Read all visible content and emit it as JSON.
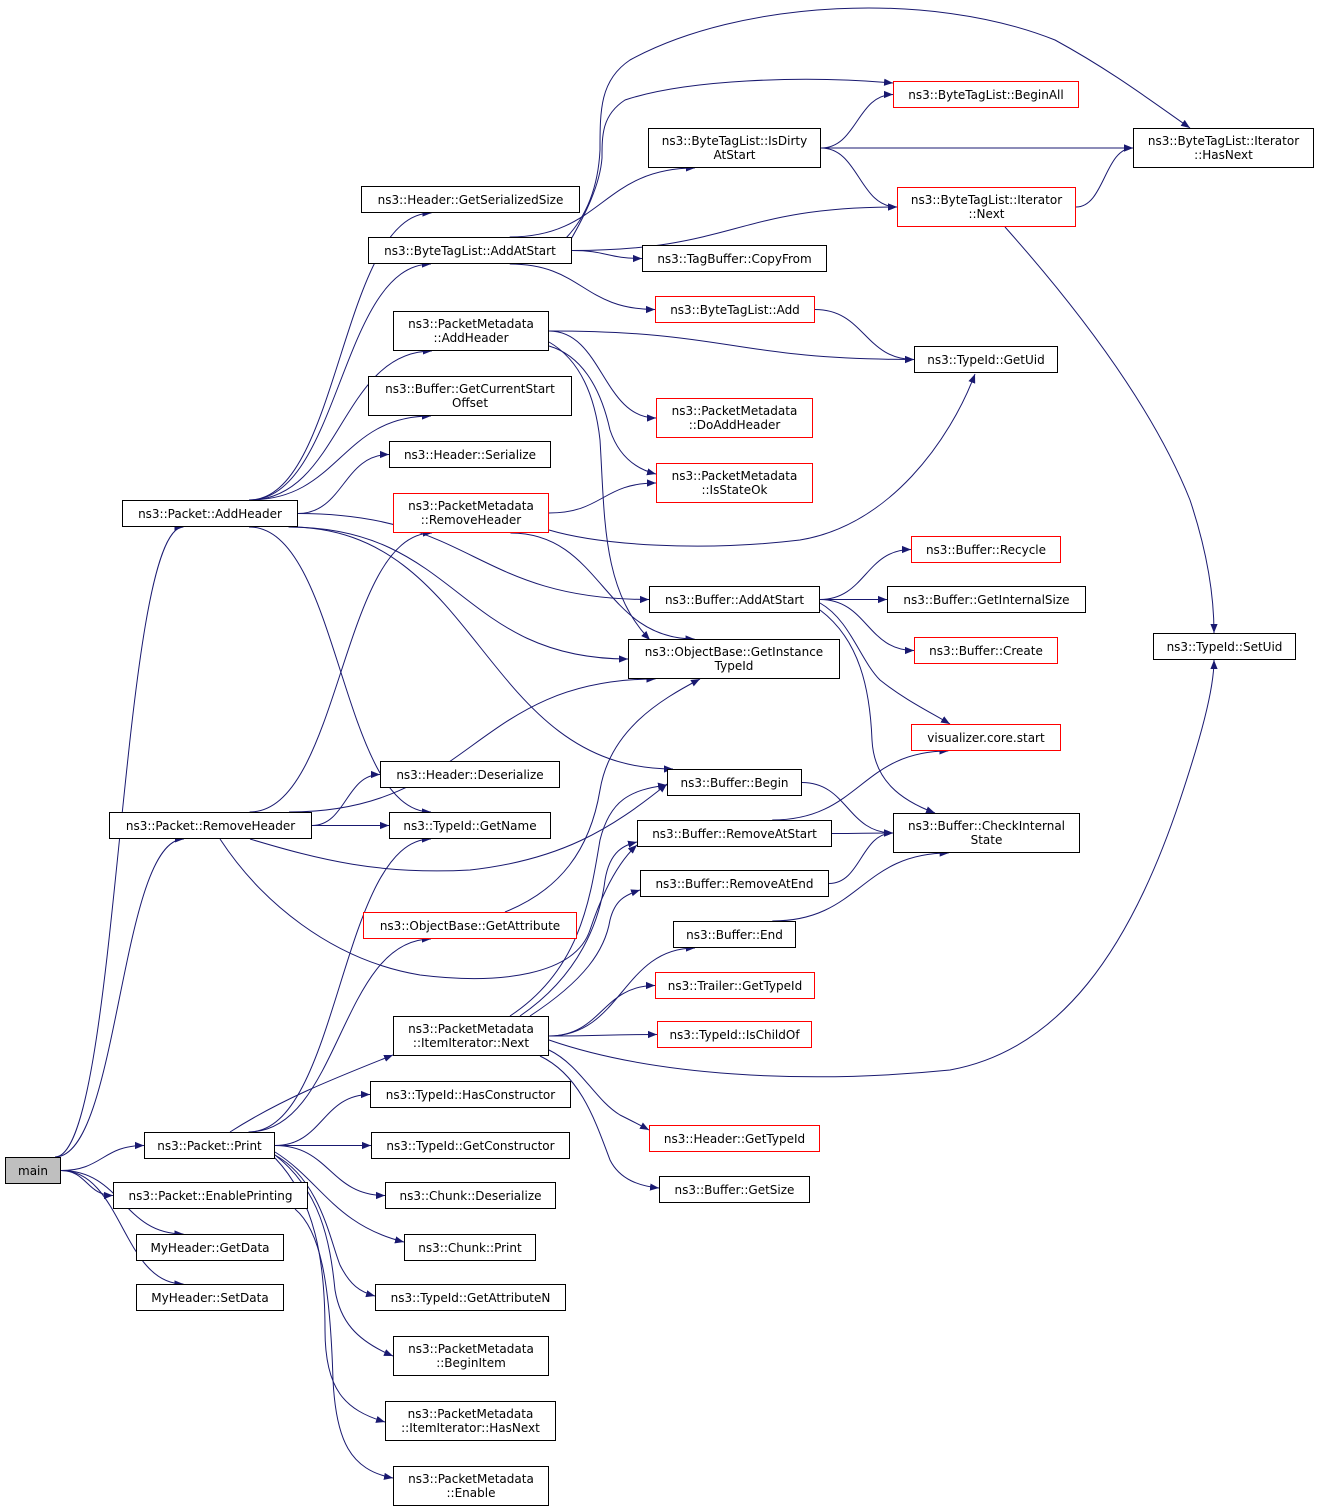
{
  "graph": {
    "colors": {
      "edge": "#191970",
      "normal_border": "#000000",
      "truncated_border": "#ff0000",
      "root_fill": "#bfbfbf"
    },
    "nodes": [
      {
        "id": "main",
        "lines": [
          "main"
        ],
        "style": "root"
      },
      {
        "id": "p_addheader",
        "lines": [
          "ns3::Packet::AddHeader"
        ]
      },
      {
        "id": "p_removeheader",
        "lines": [
          "ns3::Packet::RemoveHeader"
        ]
      },
      {
        "id": "p_print",
        "lines": [
          "ns3::Packet::Print"
        ]
      },
      {
        "id": "p_enableprinting",
        "lines": [
          "ns3::Packet::EnablePrinting"
        ]
      },
      {
        "id": "myh_getdata",
        "lines": [
          "MyHeader::GetData"
        ]
      },
      {
        "id": "myh_setdata",
        "lines": [
          "MyHeader::SetData"
        ]
      },
      {
        "id": "h_getser",
        "lines": [
          "ns3::Header::GetSerializedSize"
        ]
      },
      {
        "id": "btl_addatstart",
        "lines": [
          "ns3::ByteTagList::AddAtStart"
        ]
      },
      {
        "id": "pm_addheader",
        "lines": [
          "ns3::PacketMetadata",
          "::AddHeader"
        ]
      },
      {
        "id": "buf_getcurstart",
        "lines": [
          "ns3::Buffer::GetCurrentStart",
          "Offset"
        ]
      },
      {
        "id": "h_serialize",
        "lines": [
          "ns3::Header::Serialize"
        ]
      },
      {
        "id": "pm_removeheader",
        "lines": [
          "ns3::PacketMetadata",
          "::RemoveHeader"
        ],
        "style": "red"
      },
      {
        "id": "h_deserialize",
        "lines": [
          "ns3::Header::Deserialize"
        ]
      },
      {
        "id": "tid_getname",
        "lines": [
          "ns3::TypeId::GetName"
        ]
      },
      {
        "id": "ob_getattr",
        "lines": [
          "ns3::ObjectBase::GetAttribute"
        ],
        "style": "red"
      },
      {
        "id": "pm_itnext",
        "lines": [
          "ns3::PacketMetadata",
          "::ItemIterator::Next"
        ]
      },
      {
        "id": "tid_hasctor",
        "lines": [
          "ns3::TypeId::HasConstructor"
        ]
      },
      {
        "id": "tid_getctor",
        "lines": [
          "ns3::TypeId::GetConstructor"
        ]
      },
      {
        "id": "chunk_deser",
        "lines": [
          "ns3::Chunk::Deserialize"
        ]
      },
      {
        "id": "chunk_print",
        "lines": [
          "ns3::Chunk::Print"
        ]
      },
      {
        "id": "tid_getattrn",
        "lines": [
          "ns3::TypeId::GetAttributeN"
        ]
      },
      {
        "id": "pm_beginitem",
        "lines": [
          "ns3::PacketMetadata",
          "::BeginItem"
        ]
      },
      {
        "id": "pm_ithasnext",
        "lines": [
          "ns3::PacketMetadata",
          "::ItemIterator::HasNext"
        ]
      },
      {
        "id": "pm_enable",
        "lines": [
          "ns3::PacketMetadata",
          "::Enable"
        ]
      },
      {
        "id": "btl_isdirty",
        "lines": [
          "ns3::ByteTagList::IsDirty",
          "AtStart"
        ]
      },
      {
        "id": "tb_copyfrom",
        "lines": [
          "ns3::TagBuffer::CopyFrom"
        ]
      },
      {
        "id": "btl_add",
        "lines": [
          "ns3::ByteTagList::Add"
        ],
        "style": "red"
      },
      {
        "id": "pm_doaddheader",
        "lines": [
          "ns3::PacketMetadata",
          "::DoAddHeader"
        ],
        "style": "red"
      },
      {
        "id": "pm_isstateok",
        "lines": [
          "ns3::PacketMetadata",
          "::IsStateOk"
        ],
        "style": "red"
      },
      {
        "id": "buf_addatstart",
        "lines": [
          "ns3::Buffer::AddAtStart"
        ]
      },
      {
        "id": "ob_getinsttid",
        "lines": [
          "ns3::ObjectBase::GetInstance",
          "TypeId"
        ]
      },
      {
        "id": "buf_begin",
        "lines": [
          "ns3::Buffer::Begin"
        ]
      },
      {
        "id": "buf_removeatstart",
        "lines": [
          "ns3::Buffer::RemoveAtStart"
        ]
      },
      {
        "id": "buf_removeatend",
        "lines": [
          "ns3::Buffer::RemoveAtEnd"
        ]
      },
      {
        "id": "buf_end",
        "lines": [
          "ns3::Buffer::End"
        ]
      },
      {
        "id": "trailer_gettid",
        "lines": [
          "ns3::Trailer::GetTypeId"
        ],
        "style": "red"
      },
      {
        "id": "tid_ischildof",
        "lines": [
          "ns3::TypeId::IsChildOf"
        ],
        "style": "red"
      },
      {
        "id": "header_gettid",
        "lines": [
          "ns3::Header::GetTypeId"
        ],
        "style": "red"
      },
      {
        "id": "buf_getsize",
        "lines": [
          "ns3::Buffer::GetSize"
        ]
      },
      {
        "id": "btl_beginall",
        "lines": [
          "ns3::ByteTagList::BeginAll"
        ],
        "style": "red"
      },
      {
        "id": "btl_itnext",
        "lines": [
          "ns3::ByteTagList::Iterator",
          "::Next"
        ],
        "style": "red"
      },
      {
        "id": "tid_getuid",
        "lines": [
          "ns3::TypeId::GetUid"
        ]
      },
      {
        "id": "buf_recycle",
        "lines": [
          "ns3::Buffer::Recycle"
        ],
        "style": "red"
      },
      {
        "id": "buf_getintsize",
        "lines": [
          "ns3::Buffer::GetInternalSize"
        ]
      },
      {
        "id": "buf_create",
        "lines": [
          "ns3::Buffer::Create"
        ],
        "style": "red"
      },
      {
        "id": "vis_start",
        "lines": [
          "visualizer.core.start"
        ],
        "style": "red"
      },
      {
        "id": "buf_checkstate",
        "lines": [
          "ns3::Buffer::CheckInternal",
          "State"
        ]
      },
      {
        "id": "btl_ithasnext",
        "lines": [
          "ns3::ByteTagList::Iterator",
          "::HasNext"
        ]
      },
      {
        "id": "tid_setuid",
        "lines": [
          "ns3::TypeId::SetUid"
        ]
      }
    ],
    "edges": [
      [
        "main",
        "p_addheader"
      ],
      [
        "main",
        "p_removeheader"
      ],
      [
        "main",
        "p_print"
      ],
      [
        "main",
        "p_enableprinting"
      ],
      [
        "main",
        "myh_getdata"
      ],
      [
        "main",
        "myh_setdata"
      ],
      [
        "p_addheader",
        "h_getser"
      ],
      [
        "p_addheader",
        "btl_addatstart"
      ],
      [
        "p_addheader",
        "pm_addheader"
      ],
      [
        "p_addheader",
        "buf_getcurstart"
      ],
      [
        "p_addheader",
        "h_serialize"
      ],
      [
        "p_addheader",
        "buf_addatstart"
      ],
      [
        "p_addheader",
        "ob_getinsttid"
      ],
      [
        "p_addheader",
        "buf_begin"
      ],
      [
        "p_addheader",
        "tid_getname"
      ],
      [
        "p_removeheader",
        "pm_removeheader"
      ],
      [
        "p_removeheader",
        "ob_getinsttid"
      ],
      [
        "p_removeheader",
        "h_deserialize"
      ],
      [
        "p_removeheader",
        "tid_getname"
      ],
      [
        "p_removeheader",
        "buf_begin"
      ],
      [
        "p_removeheader",
        "buf_removeatstart"
      ],
      [
        "p_print",
        "tid_getname"
      ],
      [
        "p_print",
        "ob_getattr"
      ],
      [
        "p_print",
        "pm_itnext"
      ],
      [
        "p_print",
        "tid_hasctor"
      ],
      [
        "p_print",
        "tid_getctor"
      ],
      [
        "p_print",
        "chunk_deser"
      ],
      [
        "p_print",
        "chunk_print"
      ],
      [
        "p_print",
        "tid_getattrn"
      ],
      [
        "p_print",
        "pm_beginitem"
      ],
      [
        "p_print",
        "pm_ithasnext"
      ],
      [
        "p_enableprinting",
        "pm_enable"
      ],
      [
        "btl_addatstart",
        "btl_isdirty"
      ],
      [
        "btl_addatstart",
        "btl_beginall"
      ],
      [
        "btl_addatstart",
        "btl_ithasnext"
      ],
      [
        "btl_addatstart",
        "btl_itnext"
      ],
      [
        "btl_addatstart",
        "tb_copyfrom"
      ],
      [
        "btl_addatstart",
        "btl_add"
      ],
      [
        "btl_isdirty",
        "btl_beginall"
      ],
      [
        "btl_isdirty",
        "btl_ithasnext"
      ],
      [
        "btl_isdirty",
        "btl_itnext"
      ],
      [
        "btl_itnext",
        "btl_ithasnext"
      ],
      [
        "btl_itnext",
        "tid_setuid"
      ],
      [
        "btl_add",
        "tid_getuid"
      ],
      [
        "pm_addheader",
        "tid_getuid"
      ],
      [
        "pm_addheader",
        "pm_doaddheader"
      ],
      [
        "pm_addheader",
        "pm_isstateok"
      ],
      [
        "pm_addheader",
        "ob_getinsttid"
      ],
      [
        "pm_removeheader",
        "pm_isstateok"
      ],
      [
        "pm_removeheader",
        "tid_getuid"
      ],
      [
        "pm_removeheader",
        "ob_getinsttid"
      ],
      [
        "buf_addatstart",
        "buf_recycle"
      ],
      [
        "buf_addatstart",
        "buf_getintsize"
      ],
      [
        "buf_addatstart",
        "buf_create"
      ],
      [
        "buf_addatstart",
        "vis_start"
      ],
      [
        "buf_addatstart",
        "buf_checkstate"
      ],
      [
        "buf_begin",
        "buf_checkstate"
      ],
      [
        "buf_removeatstart",
        "buf_checkstate"
      ],
      [
        "buf_removeatstart",
        "vis_start"
      ],
      [
        "buf_removeatend",
        "buf_checkstate"
      ],
      [
        "buf_end",
        "buf_checkstate"
      ],
      [
        "ob_getattr",
        "ob_getinsttid"
      ],
      [
        "pm_itnext",
        "buf_begin"
      ],
      [
        "pm_itnext",
        "buf_removeatstart"
      ],
      [
        "pm_itnext",
        "buf_removeatend"
      ],
      [
        "pm_itnext",
        "buf_end"
      ],
      [
        "pm_itnext",
        "trailer_gettid"
      ],
      [
        "pm_itnext",
        "tid_ischildof"
      ],
      [
        "pm_itnext",
        "header_gettid"
      ],
      [
        "pm_itnext",
        "buf_getsize"
      ],
      [
        "pm_itnext",
        "tid_setuid"
      ]
    ]
  }
}
